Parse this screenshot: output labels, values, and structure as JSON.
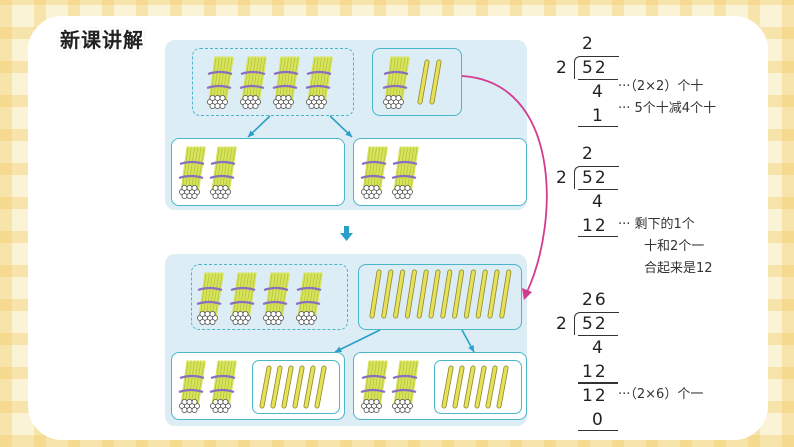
{
  "title": "新课讲解",
  "colors": {
    "bundle": "#d7e45a",
    "loose_stick": "#e8e058",
    "panel": "#dcedf6",
    "box_border": "#4bb5c9",
    "arrow_blue": "#2aa0c8",
    "arrow_magenta": "#d33b8f"
  },
  "top_panel": {
    "bundles": 4,
    "extra_bundles": 1,
    "loose_sticks": 2
  },
  "split_boxes_1": [
    {
      "bundles": 2
    },
    {
      "bundles": 2
    }
  ],
  "bottom_panel": {
    "bundles": 4,
    "loose_sticks": 12
  },
  "split_boxes_2": [
    {
      "bundles": 2,
      "loose_sticks": 6
    },
    {
      "bundles": 2,
      "loose_sticks": 6
    }
  ],
  "division_steps": [
    {
      "quotient": "2",
      "divisor": "2",
      "dividend": "52",
      "rows": [
        "4",
        "1"
      ],
      "notes": [
        "···（2×2）个十",
        "··· 5个十减4个十"
      ]
    },
    {
      "quotient": "2",
      "divisor": "2",
      "dividend": "52",
      "rows": [
        "4",
        "12"
      ],
      "notes": [
        "··· 剩下的1个",
        "十和2个一",
        "合起来是12"
      ]
    },
    {
      "quotient": "26",
      "divisor": "2",
      "dividend": "52",
      "rows": [
        "4",
        "12",
        "12",
        "0"
      ],
      "notes": [
        "···（2×6）个一"
      ]
    }
  ]
}
